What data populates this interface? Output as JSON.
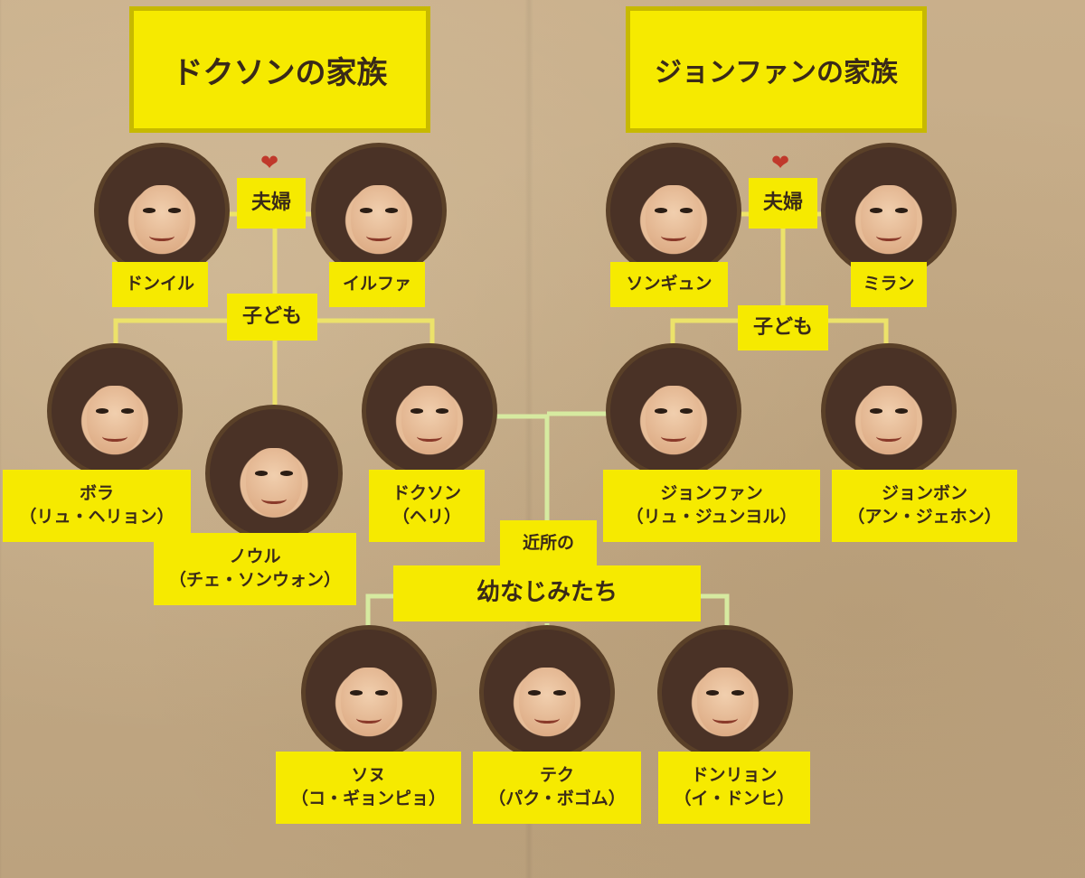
{
  "titles": {
    "dokson_family": "ドクソンの家族",
    "jonghwan_family": "ジョンファンの家族"
  },
  "relations": {
    "couple_left": "夫婦",
    "couple_right": "夫婦",
    "children_left": "子ども",
    "children_right": "子ども",
    "neighborhood": "近所の",
    "childhood_friends": "幼なじみたち"
  },
  "people": {
    "dongil": "ドンイル",
    "ilhwa": "イルファ",
    "sunggyun": "ソンギュン",
    "miran": "ミラン",
    "bora_name": "ボラ",
    "bora_actor": "（リュ・ヘリョン）",
    "nowul_name": "ノウル",
    "nowul_actor": "（チェ・ソンウォン）",
    "dokson_name": "ドクソン",
    "dokson_actor": "（ヘリ）",
    "jonghwan_name": "ジョンファン",
    "jonghwan_actor": "（リュ・ジュンヨル）",
    "jongbong_name": "ジョンボン",
    "jongbong_actor": "（アン・ジェホン）",
    "sonu_name": "ソヌ",
    "sonu_actor": "（コ・ギョンピョ）",
    "taek_name": "テク",
    "taek_actor": "（パク・ボゴム）",
    "dongryong_name": "ドンリョン",
    "dongryong_actor": "（イ・ドンヒ）"
  },
  "colors": {
    "label_yellow": "#f6ea00",
    "family_line": "#ece26a",
    "friend_line": "#d6eaa0",
    "circle_border": "#5a4028",
    "heart": "#c0392b"
  },
  "icons": [
    "heart-icon"
  ]
}
